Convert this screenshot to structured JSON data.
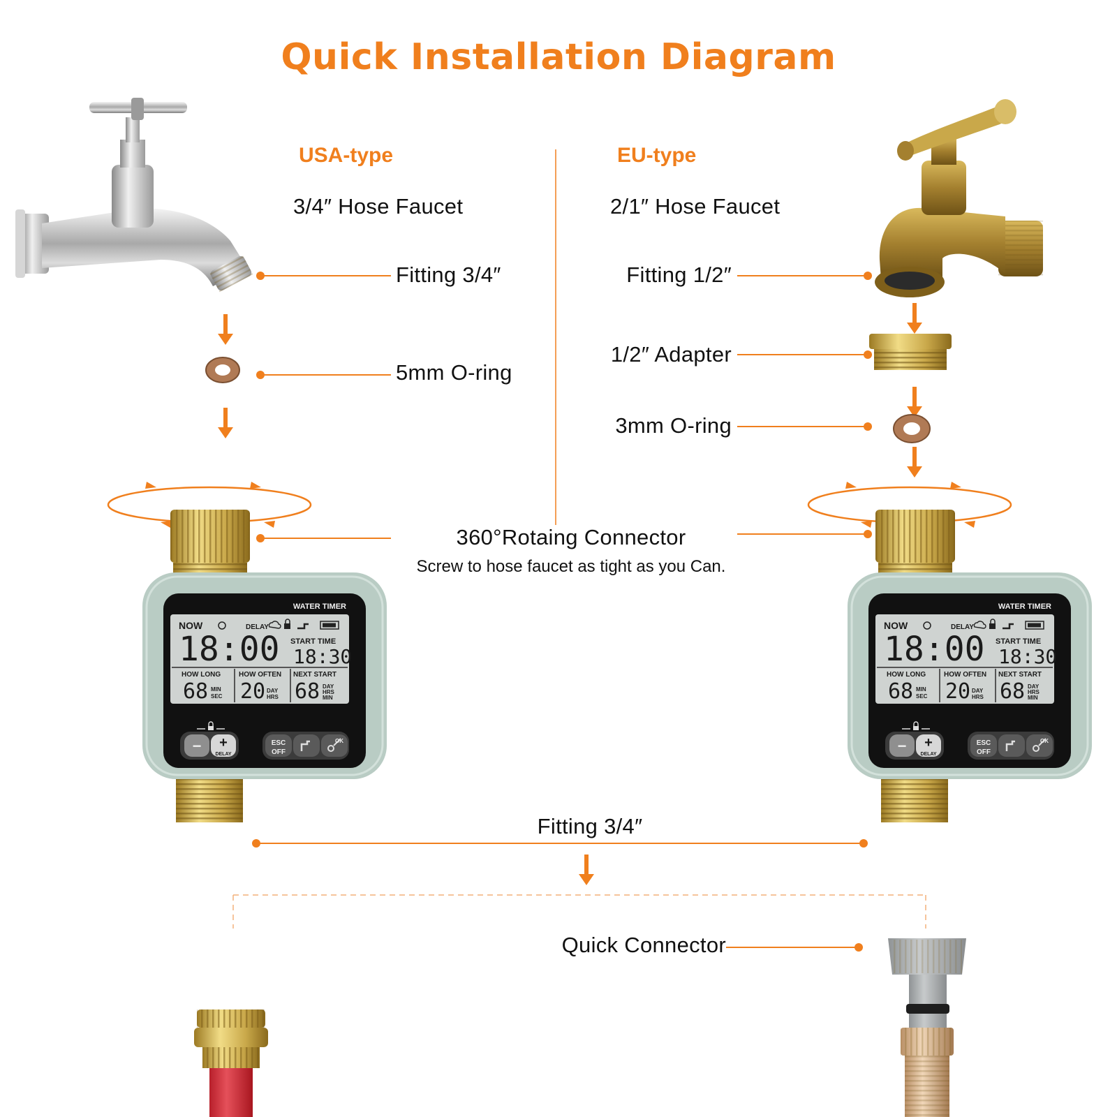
{
  "title": "Quick Installation Diagram",
  "usa": {
    "type_label": "USA-type",
    "faucet_label": "3/4″ Hose Faucet",
    "fitting_label": "Fitting 3/4″",
    "oring_label": "5mm O-ring"
  },
  "eu": {
    "type_label": "EU-type",
    "faucet_label": "2/1″ Hose Faucet",
    "fitting_label": "Fitting 1/2″",
    "adapter_label": "1/2″ Adapter",
    "oring_label": "3mm O-ring"
  },
  "connector": {
    "label": "360°Rotaing Connector",
    "sub_label": "Screw to hose faucet as tight as you Can."
  },
  "outlet_fitting_label": "Fitting 3/4″",
  "quick_connector_label": "Quick Connector",
  "timer_display": {
    "brand": "WATER TIMER",
    "now": "NOW",
    "delay": "DELAY",
    "start_time_label": "START TIME",
    "time": "18:00",
    "start_time": "18:30",
    "how_long_label": "HOW LONG",
    "how_often_label": "HOW OFTEN",
    "next_start_label": "NEXT START",
    "how_long_value": "68",
    "how_often_value": "20",
    "next_start_value": "68",
    "unit_min": "MIN",
    "unit_sec": "SEC",
    "unit_day": "DAY",
    "unit_hrs": "HRS",
    "btn_minus": "−",
    "btn_plus": "+",
    "btn_delay": "DELAY",
    "btn_esc": "ESC",
    "btn_off": "OFF",
    "btn_ok": "OK"
  },
  "colors": {
    "accent": "#f07f1d",
    "timer_body": "#b9ccc4",
    "lcd": "#cfd3d1",
    "brass": "#c9a84a"
  }
}
